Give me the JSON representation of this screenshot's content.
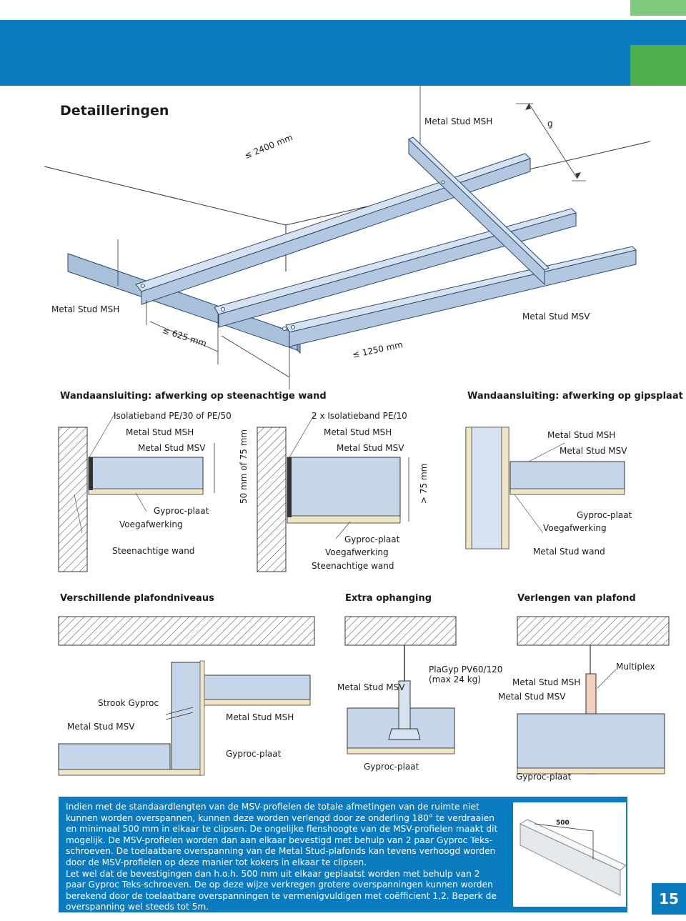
{
  "header": {
    "title": "Detailleringen"
  },
  "perspective": {
    "labels": {
      "top_msh": "Metal Stud MSH",
      "g": "g",
      "span_2400": "≤ 2400 mm",
      "left_msh": "Metal Stud MSH",
      "right_msv": "Metal Stud MSV",
      "span_625": "≤ 625 mm",
      "span_1250": "≤ 1250 mm"
    }
  },
  "wall_sections": {
    "left_title": "Wandaansluiting: afwerking op steenachtige wand",
    "right_title": "Wandaansluiting: afwerking op gipsplaat",
    "d1": {
      "isolatieband": "Isolatieband PE/30 of PE/50",
      "msh": "Metal Stud MSH",
      "msv": "Metal Stud MSV",
      "gyproc": "Gyproc-plaat",
      "voeg": "Voegafwerking",
      "wand": "Steenachtige wand",
      "dim": "50 mm of 75 mm"
    },
    "d2": {
      "isolatieband": "2 x Isolatieband PE/10",
      "msh": "Metal Stud MSH",
      "msv": "Metal Stud MSV",
      "gyproc": "Gyproc-plaat",
      "voeg": "Voegafwerking",
      "wand": "Steenachtige wand",
      "dim": "> 75 mm"
    },
    "d3": {
      "msh": "Metal Stud MSH",
      "msv": "Metal Stud MSV",
      "gyproc": "Gyproc-plaat",
      "voeg": "Voegafwerking",
      "wand": "Metal Stud wand"
    }
  },
  "lower_sections": {
    "t1": "Verschillende plafondniveaus",
    "t2": "Extra ophanging",
    "t3": "Verlengen van plafond",
    "d4": {
      "strook": "Strook Gyproc",
      "msv": "Metal Stud MSV",
      "msh": "Metal Stud MSH",
      "gyproc": "Gyproc-plaat"
    },
    "d5": {
      "plagyp": "PlaGyp PV60/120",
      "plagyp2": "(max 24 kg)",
      "msv": "Metal Stud MSV",
      "gyproc": "Gyproc-plaat"
    },
    "d6": {
      "msh": "Metal Stud MSH",
      "msv": "Metal Stud MSV",
      "multiplex": "Multiplex",
      "gyproc": "Gyproc-plaat"
    }
  },
  "info": {
    "paragraph1": "Indien met de standaardlengten van de MSV-profielen de totale afmetingen van de ruimte niet kunnen worden overspannen, kunnen deze worden verlengd door ze onderling 180° te verdraaien en minimaal 500 mm in elkaar te clipsen. De ongelijke flenshoogte van de MSV-profielen maakt dit mogelijk. De MSV-profielen worden dan aan elkaar bevestigd met behulp van 2 paar Gyproc Teks-schroeven. De toelaatbare overspanning van de Metal Stud-plafonds kan tevens verhoogd worden door de MSV-profielen op deze manier tot kokers in elkaar te clipsen.",
    "paragraph2": "Let wel dat de bevestigingen dan h.o.h. 500 mm uit elkaar geplaatst worden met behulp van 2 paar Gyproc Teks-schroeven. De op deze wijze verkregen grotere overspanningen kunnen worden berekend door de toelaatbare overspanningen te vermenigvuldigen met coëfficient 1,2. Beperk de overspanning wel steeds tot 5m.",
    "photo_label": "500"
  },
  "page_number": "15",
  "colors": {
    "blue": "#0b7bc0",
    "green": "#4db04a",
    "steel": "#c6d6ea",
    "board": "#efe6c6"
  }
}
